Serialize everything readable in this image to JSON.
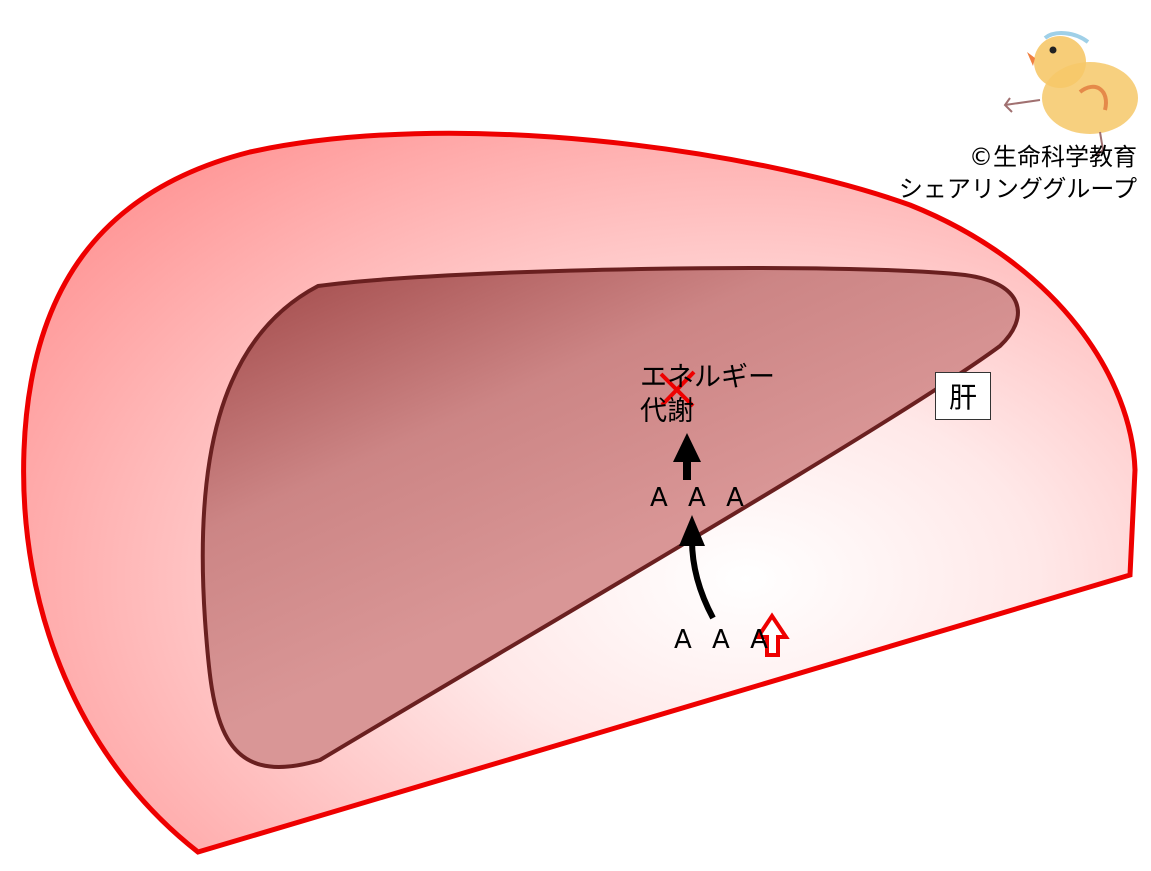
{
  "labels": {
    "energy_line1": "エネルギー",
    "energy_line2": "代謝",
    "aaa_inside": "A A A",
    "aaa_outside": "A A A",
    "organ": "肝"
  },
  "credit": {
    "line1": "©生命科学教育",
    "line2": "シェアリンググループ"
  },
  "colors": {
    "outline_red": "#ee0000",
    "liver_outline": "#6a2020",
    "liver_fill": "#d59090",
    "inhibit_x": "#ee0000"
  }
}
